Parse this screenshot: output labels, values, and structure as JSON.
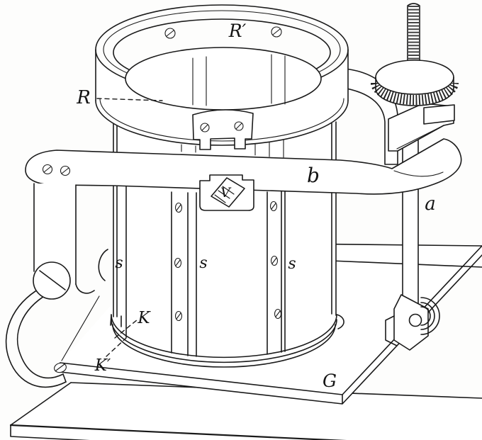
{
  "figure": {
    "background_color": "#ffffff",
    "ink_color": "#1a1a1a",
    "labels": {
      "ring_rim_top": "R′",
      "ring_band": "R",
      "crossbar": "b",
      "column": "a",
      "vane": "V",
      "slat_left": "s",
      "slat_center": "s",
      "slat_right": "s",
      "bottom_rim_upper": "K",
      "bottom_rim_lower": "K′",
      "base_plate": "G"
    },
    "icons": {
      "screw_head": "slotted-screw-circle",
      "knurled_knob": "knurled-disc",
      "threaded_rod": "hatched-rod"
    }
  }
}
